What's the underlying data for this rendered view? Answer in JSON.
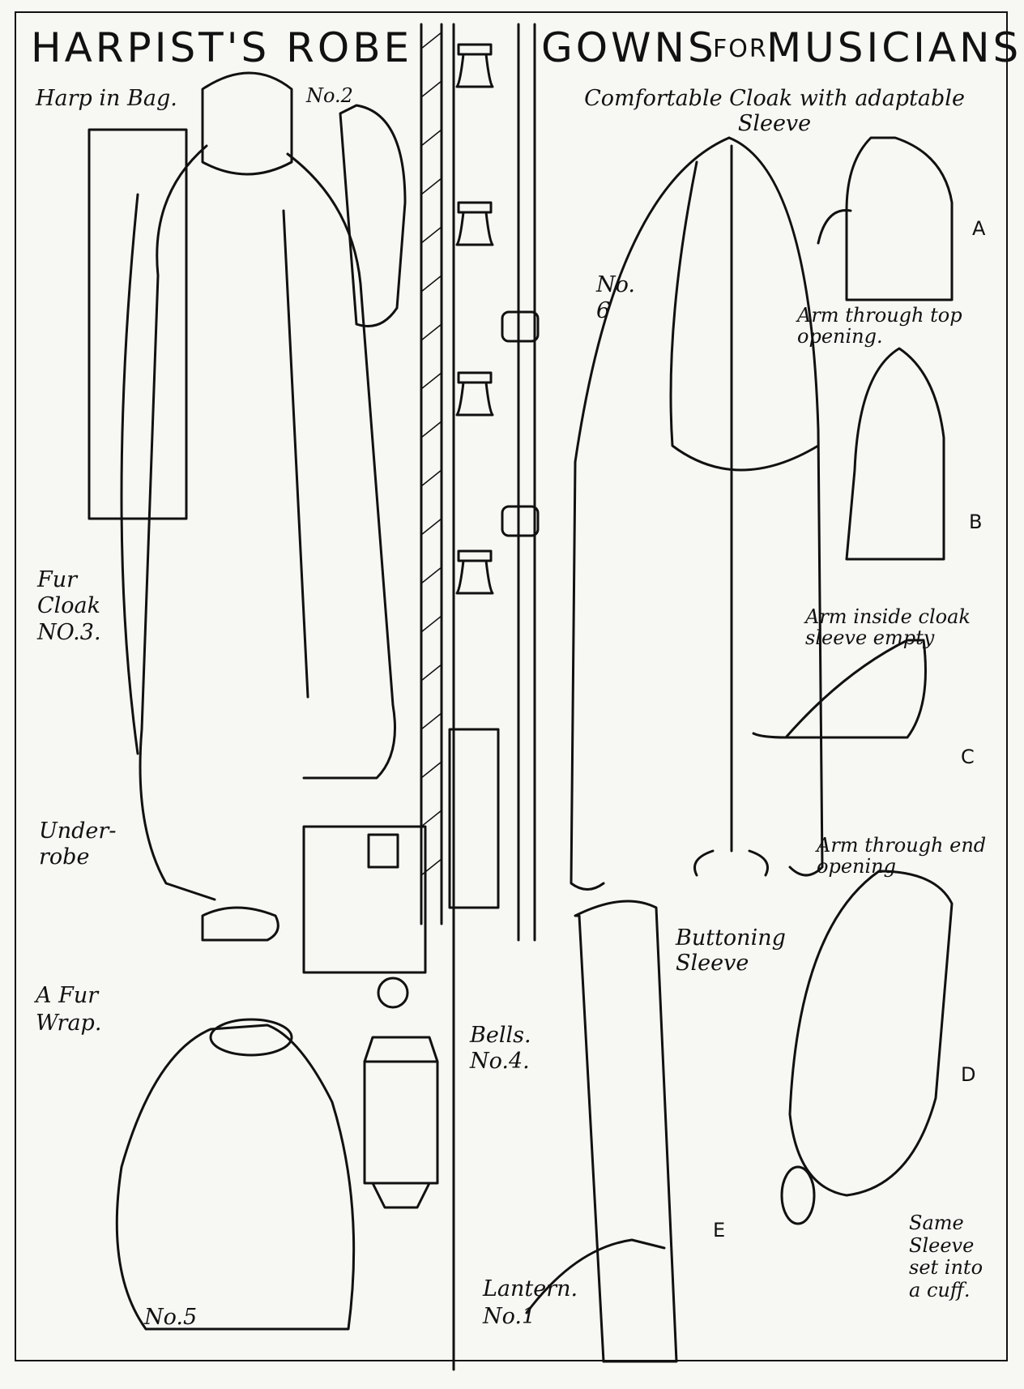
{
  "titles": {
    "left": "HARPIST'S ROBE",
    "right_1": "GOWNS",
    "right_for": "FOR",
    "right_2": "MUSICIANS."
  },
  "labels": {
    "harp_bag": "Harp in Bag.",
    "no2": "No.2",
    "fur_cloak": "Fur Cloak NO.3.",
    "under_robe": "Under-robe",
    "fur_wrap": "A Fur Wrap.",
    "no5": "No.5",
    "bells": "Bells. No.4.",
    "lantern": "Lantern. No.1",
    "cloak_title": "Comfortable Cloak with adaptable Sleeve",
    "no6": "No. 6",
    "arm_top": "Arm through top opening.",
    "arm_inside": "Arm inside cloak sleeve empty",
    "arm_end": "Arm through end opening",
    "buttoning": "Buttoning Sleeve",
    "same_sleeve": "Same Sleeve set into a cuff.",
    "letter_a": "A",
    "letter_b": "B",
    "letter_c": "C",
    "letter_d": "D",
    "letter_e": "E"
  }
}
